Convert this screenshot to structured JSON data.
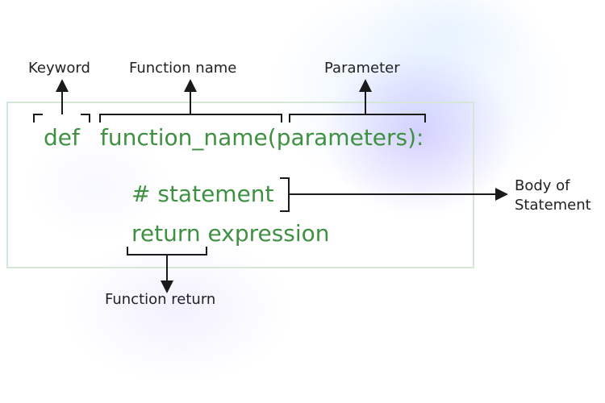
{
  "labels": {
    "keyword": "Keyword",
    "function_name": "Function name",
    "parameter": "Parameter",
    "body": "Body of\nStatement",
    "function_return": "Function return"
  },
  "code": {
    "def": "def",
    "signature": "function_name(parameters):",
    "statement": "# statement",
    "return_line": "return expression"
  },
  "colors": {
    "code_green": "#3f9142",
    "label_text": "#222222",
    "lines": "#1a1a1a",
    "box_border": "#d7e7d7"
  }
}
